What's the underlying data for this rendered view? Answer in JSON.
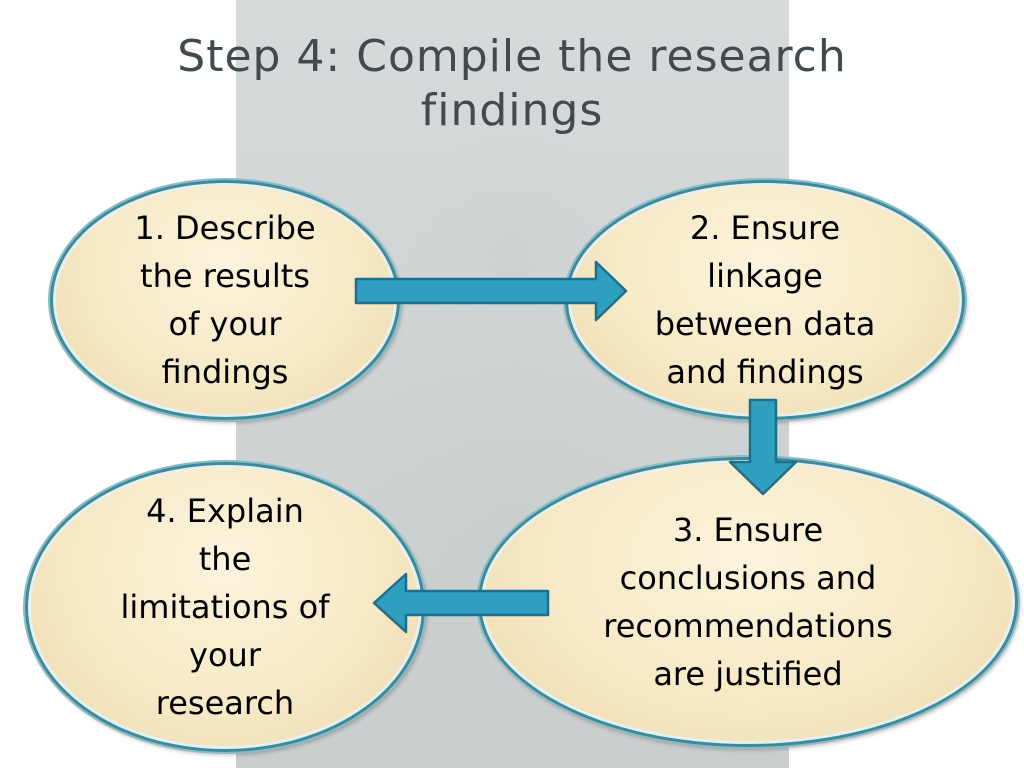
{
  "slide": {
    "title": "Step 4: Compile the research\nfindings"
  },
  "steps": [
    {
      "label": "1. Describe\nthe results\nof your\nfindings"
    },
    {
      "label": "2. Ensure\nlinkage\nbetween data\nand findings"
    },
    {
      "label": "3. Ensure\nconclusions and\nrecommendations\nare justified"
    },
    {
      "label": "4. Explain\nthe\nlimitations of\nyour\nresearch"
    }
  ],
  "colors": {
    "arrow_fill": "#2e9fbf",
    "arrow_stroke": "#1f6f8a",
    "node_border": "#3c8a9b",
    "node_fill": "#f6e9c6",
    "title": "#404a4f"
  }
}
